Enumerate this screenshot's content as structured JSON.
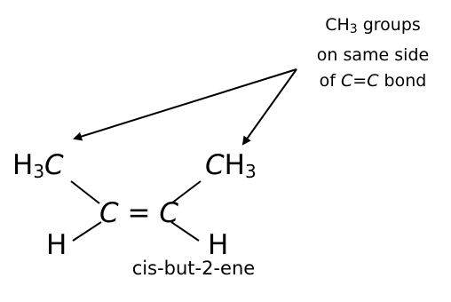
{
  "annotation": {
    "line1_prefix": "CH",
    "line1_sub": "3",
    "line1_suffix": " groups",
    "line2": "on same side",
    "line3_prefix": "of ",
    "line3_bond": "C=C",
    "line3_suffix": " bond"
  },
  "molecule": {
    "top_left": {
      "main": "H",
      "sub": "3",
      "tail": "C"
    },
    "top_right": {
      "main": "CH",
      "sub": "3"
    },
    "center": "C = C",
    "bottom_left": "H",
    "bottom_right": "H"
  },
  "caption": "cis-but-2-ene",
  "colors": {
    "stroke": "#000000",
    "text": "#000000",
    "background": "#ffffff"
  }
}
